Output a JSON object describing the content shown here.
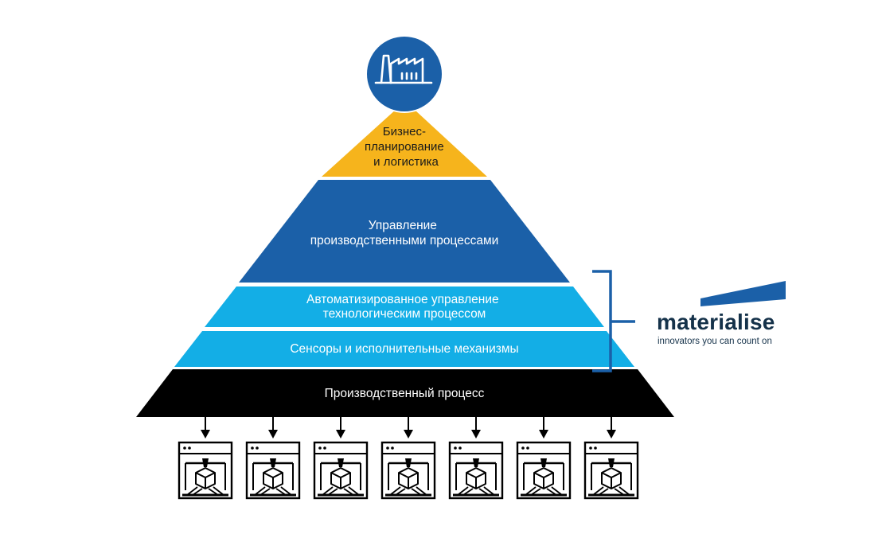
{
  "pyramid": {
    "levels": [
      {
        "lines": [
          "Бизнес-",
          "планирование",
          "и логистика"
        ],
        "color": "#f6b41c"
      },
      {
        "lines": [
          "Управление",
          "производственными процессами"
        ],
        "color": "#1b60a8"
      },
      {
        "lines": [
          "Автоматизированное управление",
          "технологическим процессом"
        ],
        "color": "#13aee6"
      },
      {
        "lines": [
          "Сенсоры и исполнительные механизмы"
        ],
        "color": "#13aee6"
      },
      {
        "lines": [
          "Производственный процесс"
        ],
        "color": "#000000"
      }
    ]
  },
  "top_icon": {
    "name": "factory-icon",
    "color": "#1b60a8"
  },
  "bracket_color": "#1b60a8",
  "brand": {
    "name": "materialise",
    "tagline": "innovators you can count on",
    "accent_color": "#1b60a8"
  },
  "printers": {
    "count": 7,
    "icon": "3d-printer-icon"
  }
}
